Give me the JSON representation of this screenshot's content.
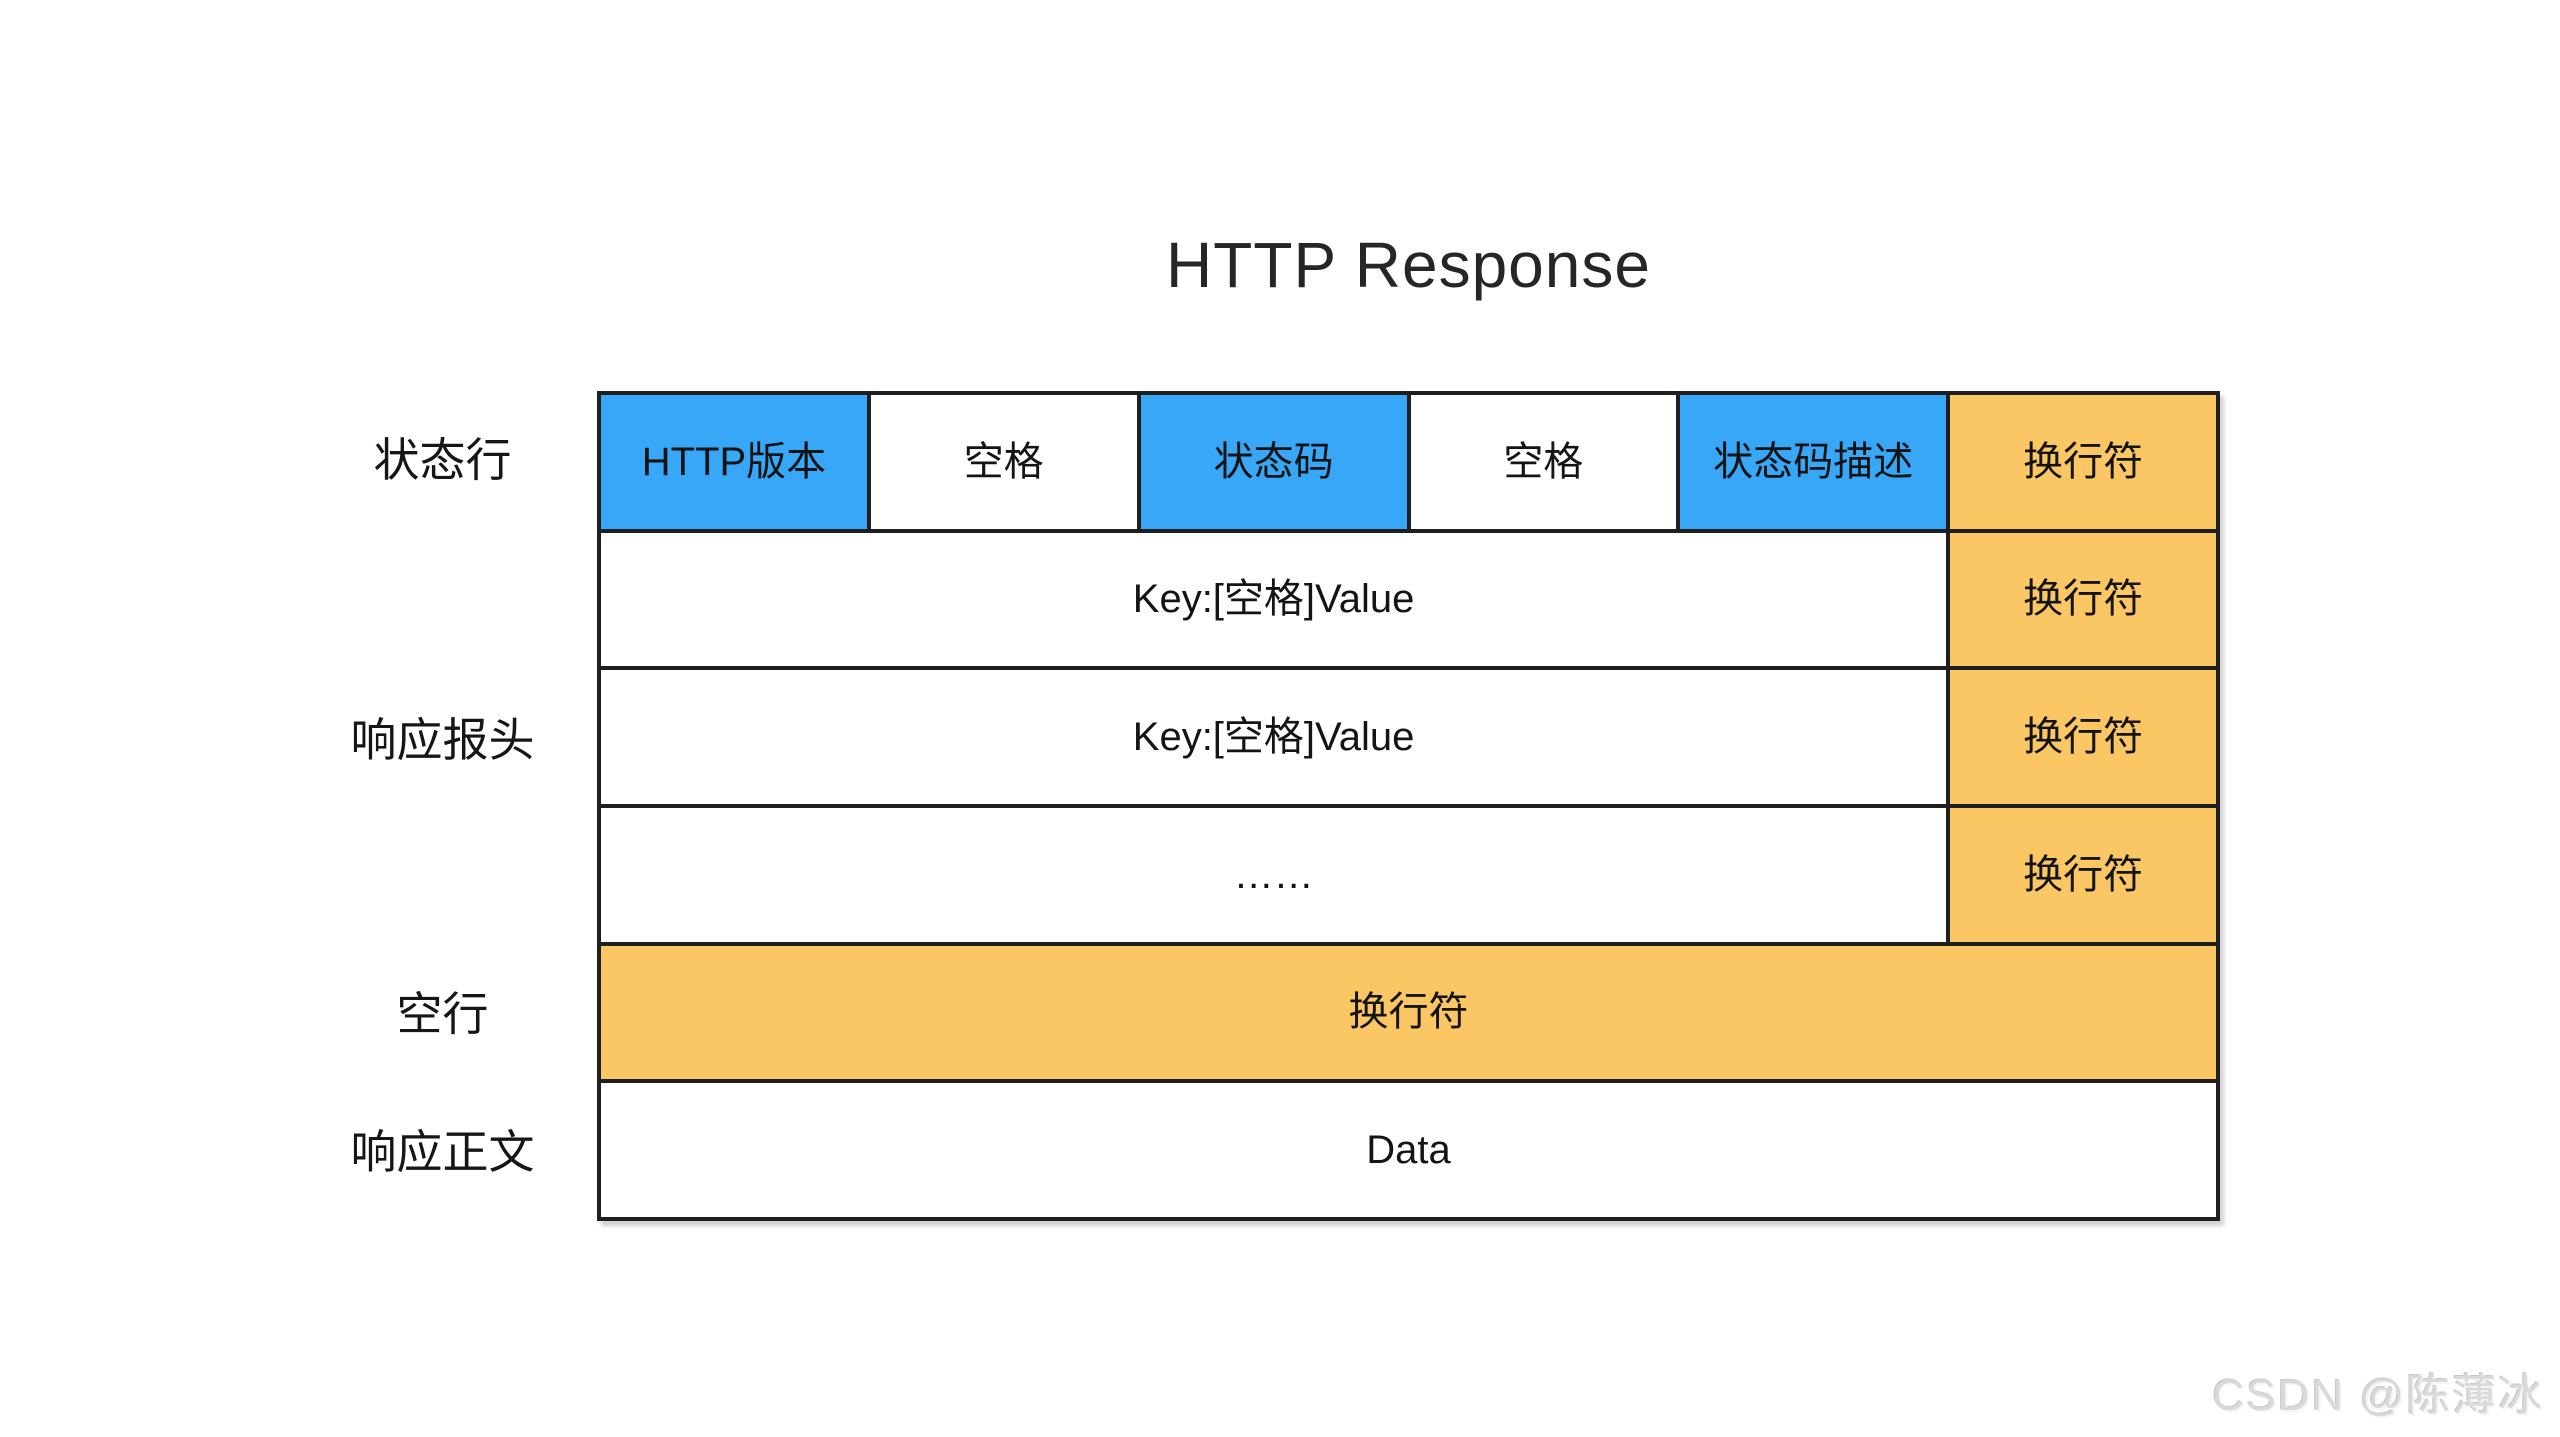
{
  "title": "HTTP Response",
  "colors": {
    "cell_blue": "#38a7f8",
    "cell_orange": "#fbc765",
    "cell_white": "#ffffff",
    "grid_border": "#1f1f1f",
    "text": "#141414",
    "watermark": "#d9d9d9"
  },
  "row_labels": [
    {
      "label": "状态行"
    },
    {
      "label": "响应报头"
    },
    {
      "label": "空行"
    },
    {
      "label": "响应正文"
    }
  ],
  "diagram": {
    "status_line_cells": [
      {
        "label": "HTTP版本",
        "fill": "blue"
      },
      {
        "label": "空格",
        "fill": "white"
      },
      {
        "label": "状态码",
        "fill": "blue"
      },
      {
        "label": "空格",
        "fill": "white"
      },
      {
        "label": "状态码描述",
        "fill": "blue"
      },
      {
        "label": "换行符",
        "fill": "orange"
      }
    ],
    "header_rows": [
      {
        "content": "Key:[空格]Value",
        "newline": "换行符"
      },
      {
        "content": "Key:[空格]Value",
        "newline": "换行符"
      },
      {
        "content": "……",
        "newline": "换行符"
      }
    ],
    "blank_line_row": "换行符",
    "body_row": "Data"
  },
  "watermark": "CSDN @陈薄冰"
}
